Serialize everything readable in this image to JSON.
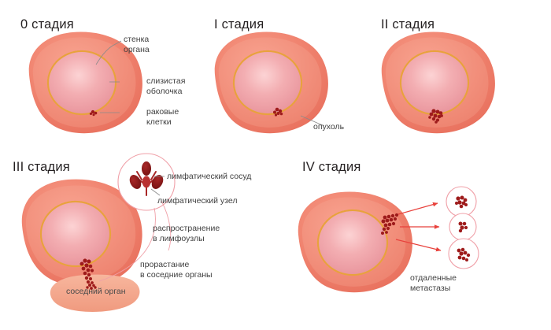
{
  "diagram": {
    "title": "Стадии рака",
    "language": "ru",
    "background": "#ffffff",
    "colors": {
      "organ_wall_outer": "#f0836f",
      "organ_wall_inner": "#f4907c",
      "mucosa_ring": "#e8a23c",
      "lumen_light": "#f7c0c2",
      "lumen_mid": "#ef9da4",
      "tumor_cells": "#9e1b1b",
      "lymph_node": "#8f1d1d",
      "neighbor_organ": "#f3a98e",
      "leader_line": "#8a8a8a",
      "pink_leader": "#f0a0a8",
      "arrow_red": "#e8413c",
      "text": "#3f3f3f",
      "heading": "#231f20"
    }
  },
  "stages": [
    {
      "id": "stage-0",
      "title": "0 стадия",
      "labels": [
        {
          "name": "organ-wall",
          "text_lines": [
            "стенка",
            "органа"
          ]
        },
        {
          "name": "mucosa",
          "text_lines": [
            "слизистая",
            "оболочка"
          ]
        },
        {
          "name": "cancer-cells",
          "text_lines": [
            "раковые",
            "клетки"
          ]
        }
      ]
    },
    {
      "id": "stage-1",
      "title": "I стадия",
      "labels": [
        {
          "name": "tumor",
          "text_lines": [
            "опухоль"
          ]
        }
      ]
    },
    {
      "id": "stage-2",
      "title": "II стадия",
      "labels": []
    },
    {
      "id": "stage-3",
      "title": "III стадия",
      "labels": [
        {
          "name": "lymphatic-vessel",
          "text_lines": [
            "лимфатический сосуд"
          ]
        },
        {
          "name": "lymph-node",
          "text_lines": [
            "лимфатический узел"
          ]
        },
        {
          "name": "spread-to-lymph-nodes",
          "text_lines": [
            "распространение",
            "в лимфоузлы"
          ]
        },
        {
          "name": "invasion-neighbor-organs",
          "text_lines": [
            "прорастание",
            "в соседние органы"
          ]
        },
        {
          "name": "neighbor-organ",
          "text_lines": [
            "соседний орган"
          ]
        }
      ]
    },
    {
      "id": "stage-4",
      "title": "IV стадия",
      "labels": [
        {
          "name": "distant-metastases",
          "text_lines": [
            "отдаленные",
            "метастазы"
          ]
        }
      ]
    }
  ],
  "text": {
    "stage0_title": "0 стадия",
    "stage1_title": "I стадия",
    "stage2_title": "II стадия",
    "stage3_title": "III стадия",
    "stage4_title": "IV стадия",
    "organ_wall_l1": "стенка",
    "organ_wall_l2": "органа",
    "mucosa_l1": "слизистая",
    "mucosa_l2": "оболочка",
    "cancer_cells_l1": "раковые",
    "cancer_cells_l2": "клетки",
    "tumor": "опухоль",
    "lymphatic_vessel": "лимфатический сосуд",
    "lymph_node": "лимфатический узел",
    "spread_l1": "распространение",
    "spread_l2": "в лимфоузлы",
    "invasion_l1": "прорастание",
    "invasion_l2": "в соседние органы",
    "neighbor_organ": "соседний орган",
    "metastases_l1": "отдаленные",
    "metastases_l2": "метастазы"
  }
}
